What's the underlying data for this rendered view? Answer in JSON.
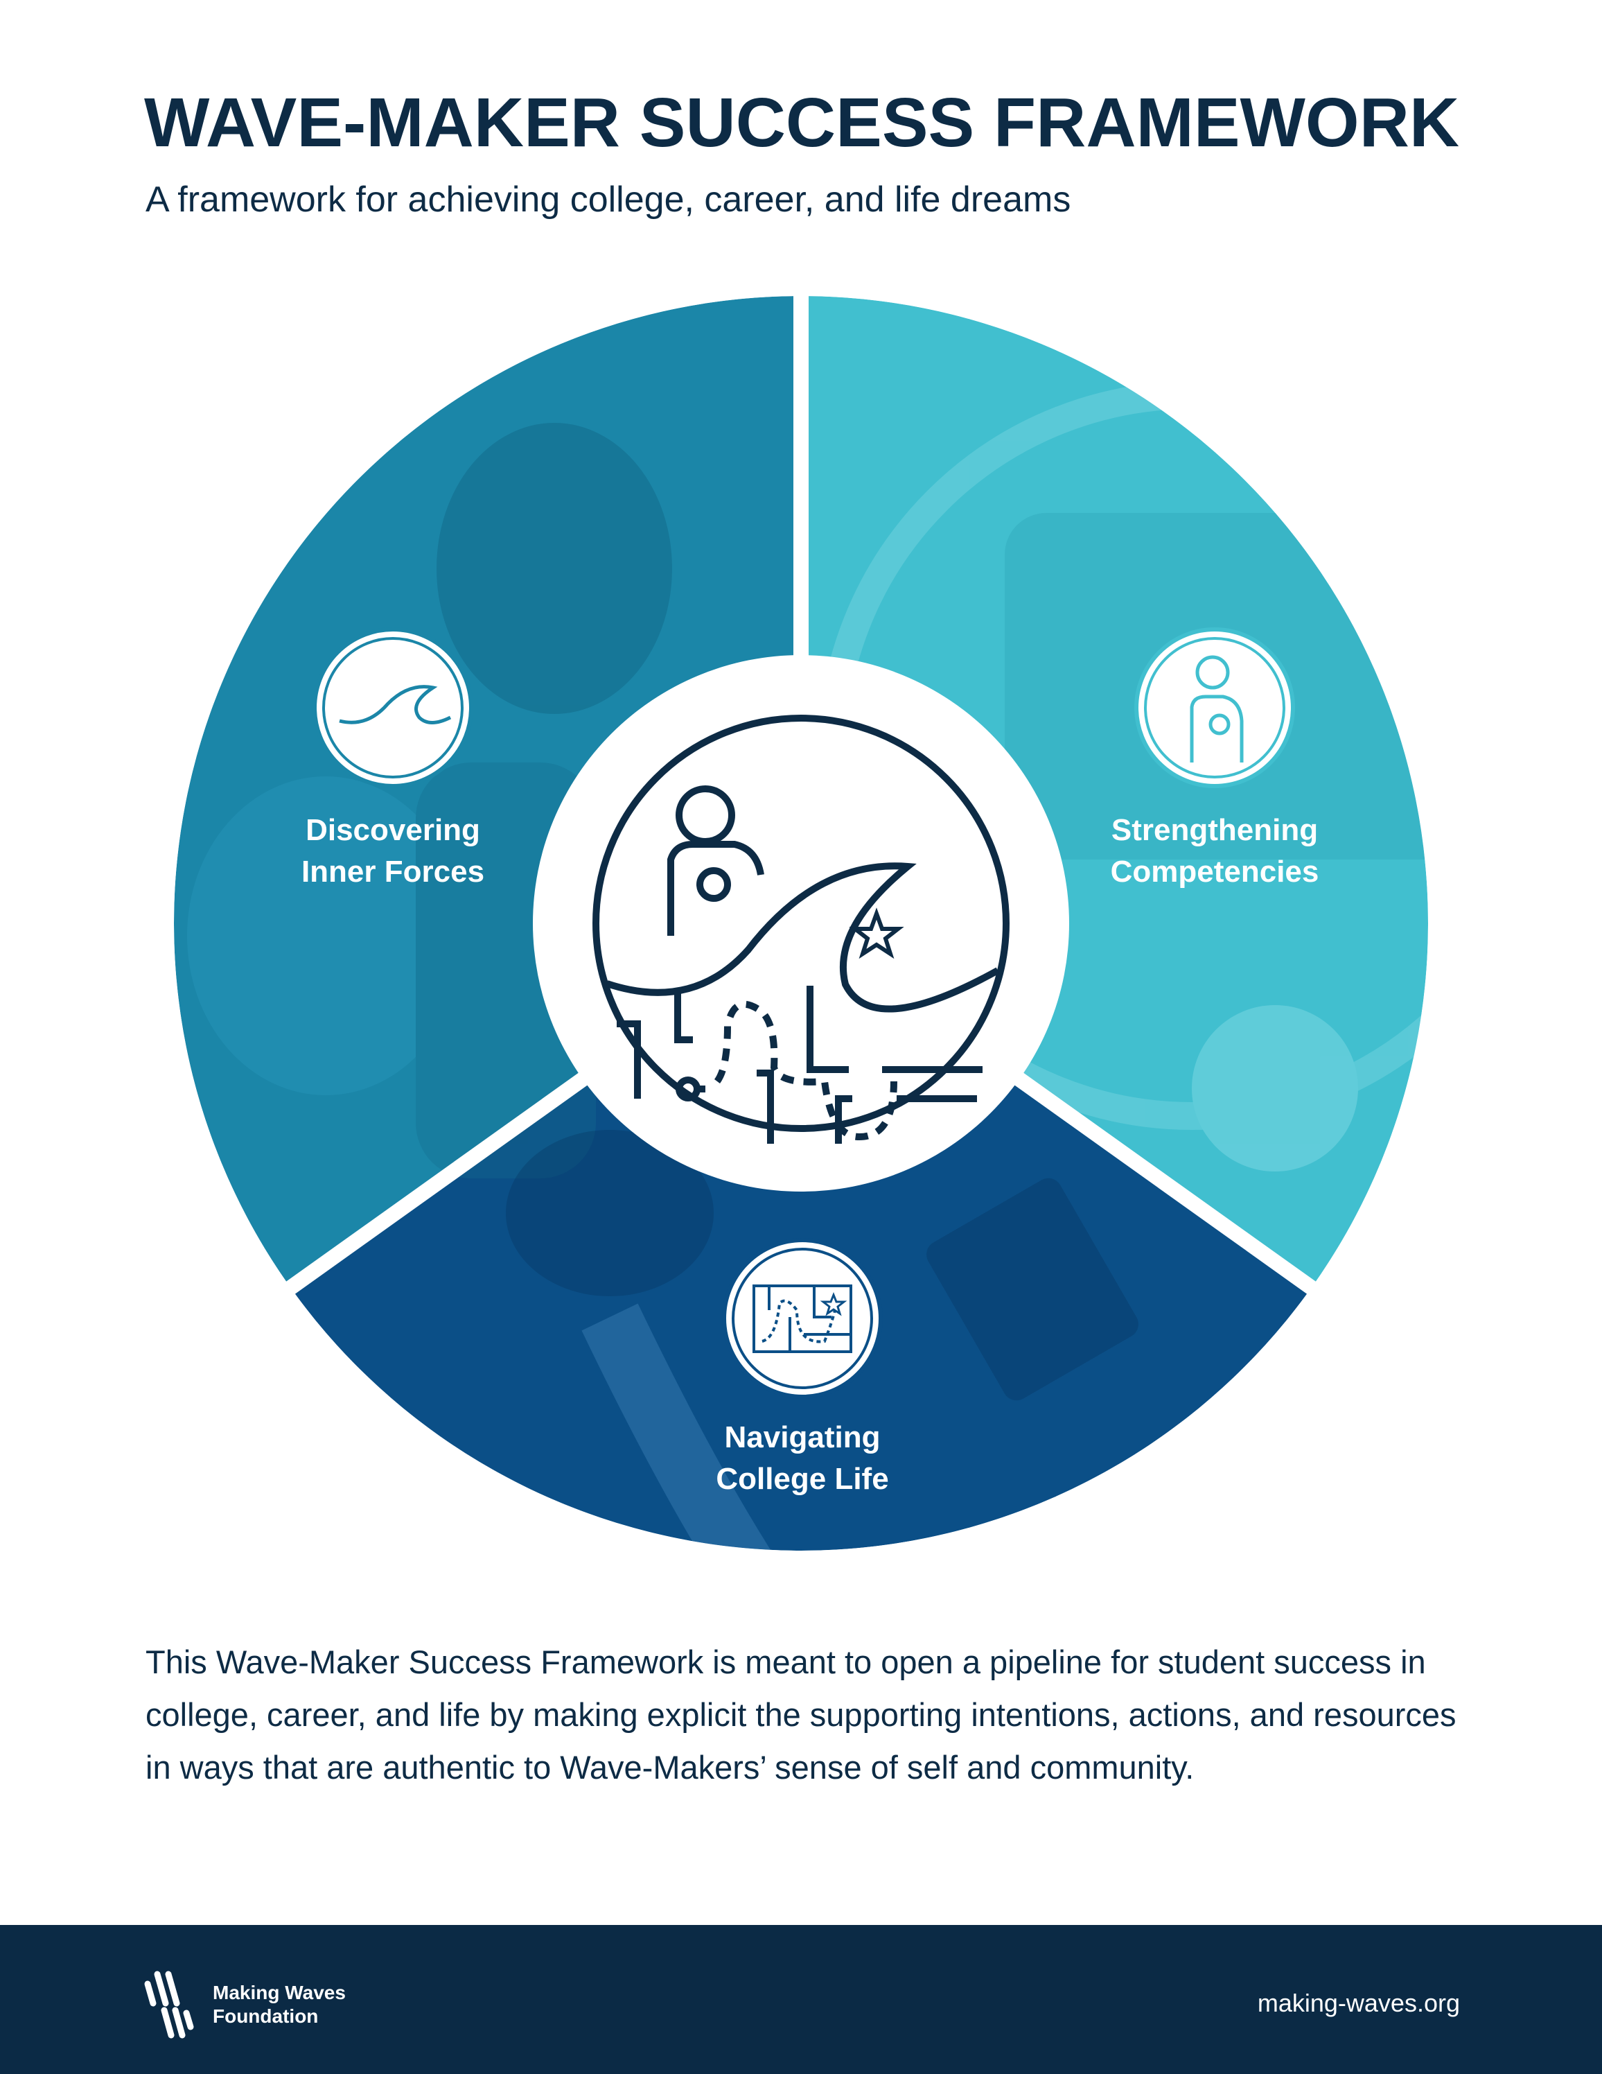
{
  "header": {
    "title": "WAVE-MAKER SUCCESS FRAMEWORK",
    "subtitle": "A framework for achieving college, career, and life dreams"
  },
  "wheel": {
    "center_icon": "wave-student-maze-icon",
    "segments": [
      {
        "line1": "Discovering",
        "line2": "Inner Forces",
        "icon": "wave-icon",
        "color": "#1b86a8"
      },
      {
        "line1": "Strengthening",
        "line2": "Competencies",
        "icon": "student-backpack-icon",
        "color": "#41bfcf"
      },
      {
        "line1": "Navigating",
        "line2": "College Life",
        "icon": "maze-icon",
        "color": "#0b4f87"
      }
    ]
  },
  "body": {
    "text": "This Wave-Maker Success Framework is meant to open a pipeline for student success in college, career, and life by making explicit the supporting intentions, actions, and resources in ways that are authentic to Wave-Makers’ sense of self and community."
  },
  "footer": {
    "logo_line1": "Making Waves",
    "logo_line2": "Foundation",
    "website": "making-waves.org",
    "background": "#0b2a45"
  }
}
